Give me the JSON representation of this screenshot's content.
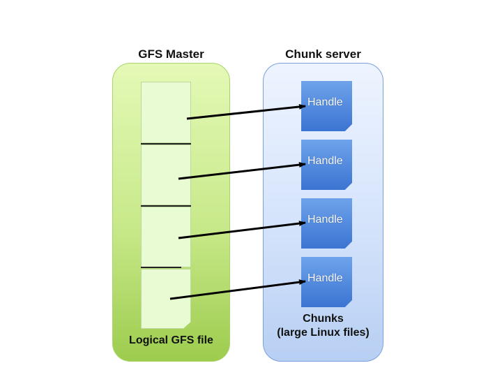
{
  "master": {
    "title": "GFS Master",
    "file_caption": "Logical GFS file"
  },
  "chunk_server": {
    "title": "Chunk server",
    "caption_line1": "Chunks",
    "caption_line2": "(large Linux files)"
  },
  "chunks": [
    {
      "label": "Handle"
    },
    {
      "label": "Handle"
    },
    {
      "label": "Handle"
    },
    {
      "label": "Handle"
    }
  ],
  "colors": {
    "master_panel": "#c8e98a",
    "chunk_panel": "#d4e3fb",
    "chunk_fill": "#3b74d2",
    "arrow": "#000000"
  }
}
